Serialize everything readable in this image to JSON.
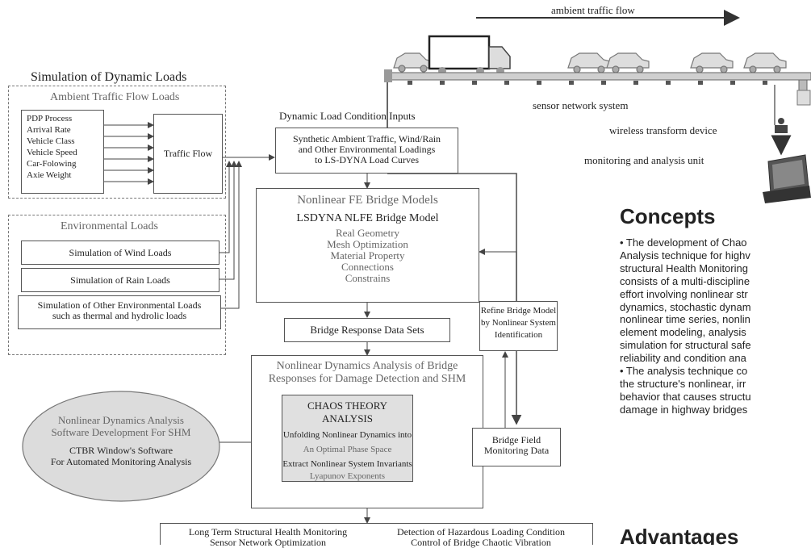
{
  "traffic": {
    "flow_label": "ambient traffic flow",
    "sensor_label": "sensor network system",
    "wireless_label": "wireless transform device",
    "monitor_label": "monitoring and analysis unit"
  },
  "sim": {
    "title": "Simulation of Dynamic Loads",
    "ambient_title": "Ambient Traffic Flow Loads",
    "pdp": [
      "PDP Process",
      "Arrival Rate",
      "Vehicle Class",
      "Vehicle Speed",
      "Car-Folowing",
      "Axie Weight"
    ],
    "traffic_flow": "Traffic Flow",
    "env_title": "Environmental Loads",
    "wind": "Simulation of Wind Loads",
    "rain": "Simulation of Rain Loads",
    "other_line1": "Simulation of Other Environmental Loads",
    "other_line2": "such as thermal and hydrolic loads"
  },
  "inputs": {
    "title": "Dynamic Load Condition Inputs",
    "line1": "Synthetic Ambient Traffic, Wind/Rain",
    "line2": "and Other Environmental Loadings",
    "line3": "to LS-DYNA Load Curves"
  },
  "fe": {
    "title": "Nonlinear FE Bridge Models",
    "subtitle": "LSDYNA NLFE Bridge Model",
    "items": [
      "Real Geometry",
      "Mesh Optimization",
      "Material Property",
      "Connections",
      "Constrains"
    ]
  },
  "response": "Bridge Response Data Sets",
  "refine": [
    "Refine Bridge Model",
    "by Nonlinear System",
    "Identification"
  ],
  "nda": {
    "title1": "Nonlinear Dynamics Analysis of Bridge",
    "title2": "Responses for Damage Detection and SHM",
    "chaos_title": "CHAOS THEORY ANALYSIS",
    "line1": "Unfolding Nonlinear Dynamics into",
    "line2": "An Optimal Phase Space",
    "line3": "Extract Nonlinear System Invariants",
    "line4": "Lyapunov Exponents"
  },
  "field": [
    "Bridge Field",
    "Monitoring Data"
  ],
  "software": {
    "line1": "Nonlinear Dynamics Analysis",
    "line2": "Software Development For SHM",
    "line3": "CTBR Window's Software",
    "line4": "For Automated Monitoring Analysis"
  },
  "outputs": {
    "l1": "Long Term Structural Health Monitoring",
    "l2": "Sensor Network Optimization",
    "r1": "Detection of Hazardous Loading Condition",
    "r2": "Control of Bridge Chaotic Vibration"
  },
  "concepts": {
    "title": "Concepts",
    "lines": [
      "• The development of Chao",
      "Analysis technique for highv",
      "structural Health Monitoring",
      "consists of a multi-discipline",
      "effort involving nonlinear str",
      "dynamics, stochastic dynam",
      "nonlinear time series, nonlin",
      "element modeling, analysis",
      "simulation for structural safe",
      "reliability and condition ana",
      "• The analysis technique co",
      "the structure's nonlinear, irr",
      "behavior that causes structu",
      "damage in highway bridges"
    ]
  },
  "advantages_title": "Advantages"
}
